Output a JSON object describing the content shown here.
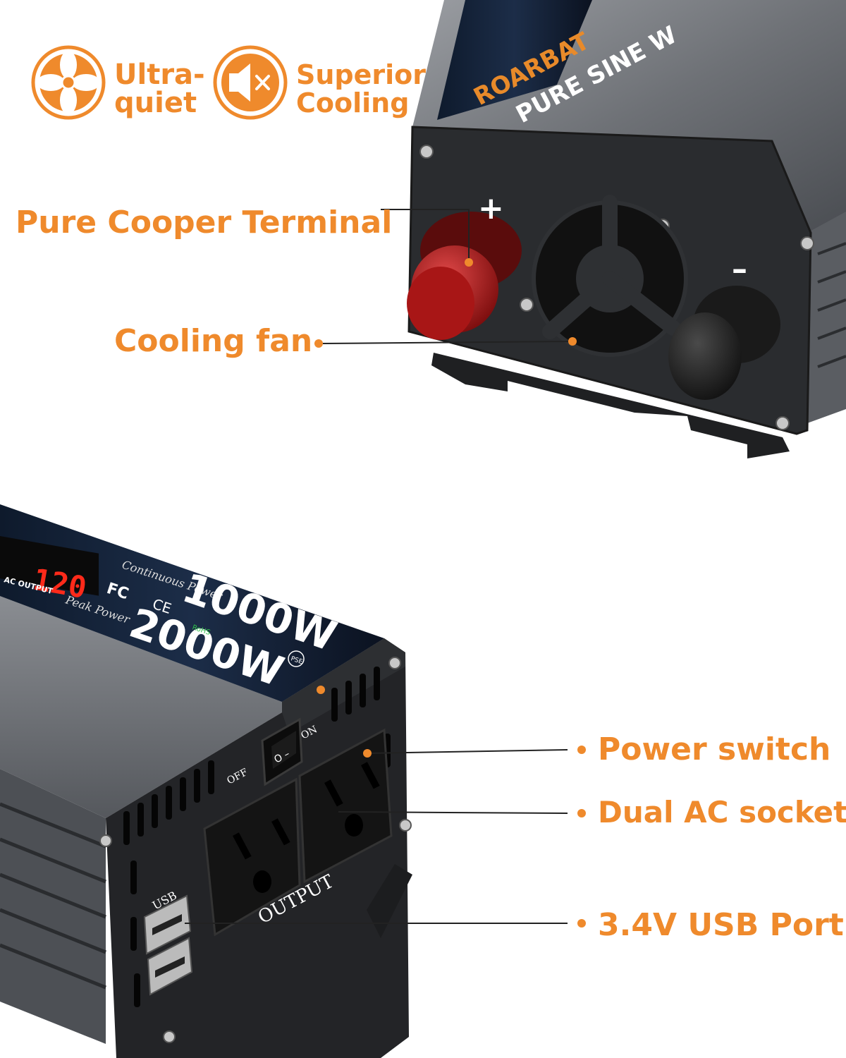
{
  "features": [
    {
      "line1": "Ultra-",
      "line2": "quiet",
      "icon": "fan-icon"
    },
    {
      "line1": "Superior",
      "line2": "Cooling",
      "icon": "speaker-mute-icon"
    }
  ],
  "callouts": {
    "terminal": "Pure Cooper Terminal",
    "fan": "Cooling fan",
    "switch": "Power switch",
    "sockets": "Dual AC sockets",
    "usb": "3.4V USB  Port"
  },
  "product": {
    "brand": "ROARBAT",
    "series": "PURE SINE W",
    "continuous_label": "Continuous Power",
    "continuous_value": "1000W",
    "peak_label": "Peak Power",
    "peak_value": "2000W",
    "display_value": "120",
    "display_label": "AC OUTPUT",
    "switch_off": "OFF",
    "switch_on": "ON",
    "switch_marks": "O –",
    "usb_label": "USB",
    "output_label": "OUTPUT",
    "plus": "+",
    "minus": "–",
    "cert_fc": "FC",
    "cert_ce": "CE",
    "cert_rohs": "RoHS",
    "cert_pse": "PSE"
  },
  "colors": {
    "accent": "#ef8a2c",
    "housing": "#3a3c40",
    "panel": "#26282b",
    "terminal_red": "#b01616"
  }
}
